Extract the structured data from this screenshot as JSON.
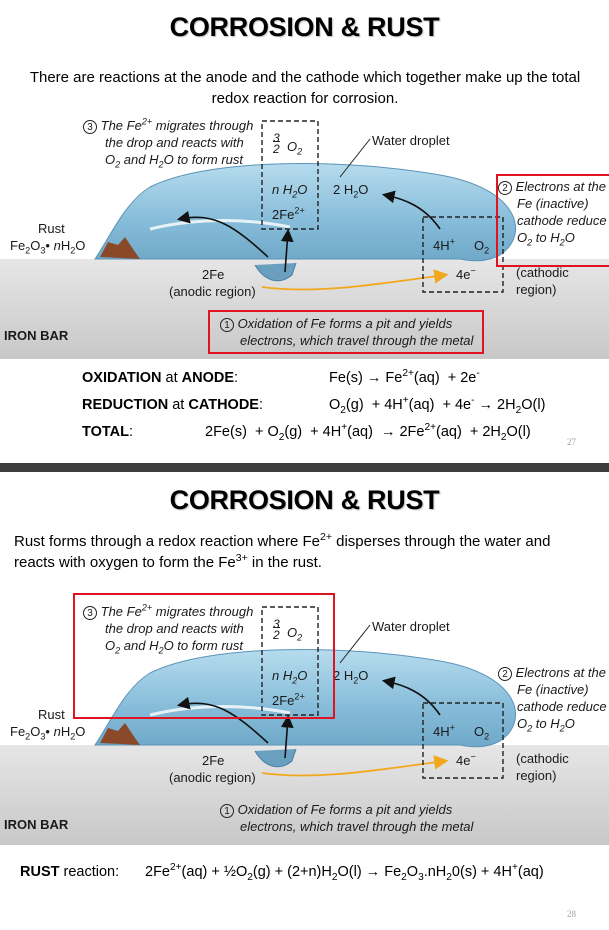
{
  "slide1": {
    "title": "CORROSION & RUST",
    "intro": "There are reactions at the anode and the cathode which together make up the total redox reaction for corrosion.",
    "equations": {
      "oxidation_label_1": "OXIDATION",
      "oxidation_label_2": " at ",
      "oxidation_label_3": "ANODE",
      "oxidation_label_4": ":",
      "reduction_label_1": "REDUCTION",
      "reduction_label_2": " at ",
      "reduction_label_3": "CATHODE",
      "reduction_label_4": ":",
      "total_label_1": "TOTAL",
      "total_label_2": ":"
    },
    "page_number": "27"
  },
  "slide2": {
    "title": "CORROSION & RUST",
    "rust_label_1": "RUST",
    "rust_label_2": " reaction:",
    "page_number": "28"
  },
  "diagram": {
    "step3_a": "The Fe",
    "step3_b": " migrates through",
    "step3_line2": "the drop and reacts with",
    "step3_line3_a": "O",
    "step3_line3_b": " and H",
    "step3_line3_c": "O to form rust",
    "water_droplet": "Water droplet",
    "rust": "Rust",
    "step2_line1": "Electrons at the",
    "step2_line2": "Fe (inactive)",
    "step2_line3": "cathode reduce",
    "step2_line4_a": "O",
    "step2_line4_b": " to H",
    "step2_line4_c": "O",
    "cathodic_region_1": "(cathodic",
    "cathodic_region_2": "region)",
    "anode_fe": "2Fe",
    "anodic_region": "(anodic region)",
    "iron_bar": "IRON BAR",
    "step1_line1": "Oxidation of Fe forms a pit and yields",
    "step1_line2": "electrons, which travel through the metal",
    "circle1": "1",
    "circle2": "2",
    "circle3": "3",
    "frac_num": "3",
    "frac_den": "2",
    "four_e": "4e",
    "four_h": "4H",
    "colors": {
      "droplet": "#8fc3e0",
      "iron": "#d9d9d9",
      "rust": "#8a4a2a",
      "electron_arrow": "#f2a81d",
      "highlight": "#e0141e"
    }
  }
}
